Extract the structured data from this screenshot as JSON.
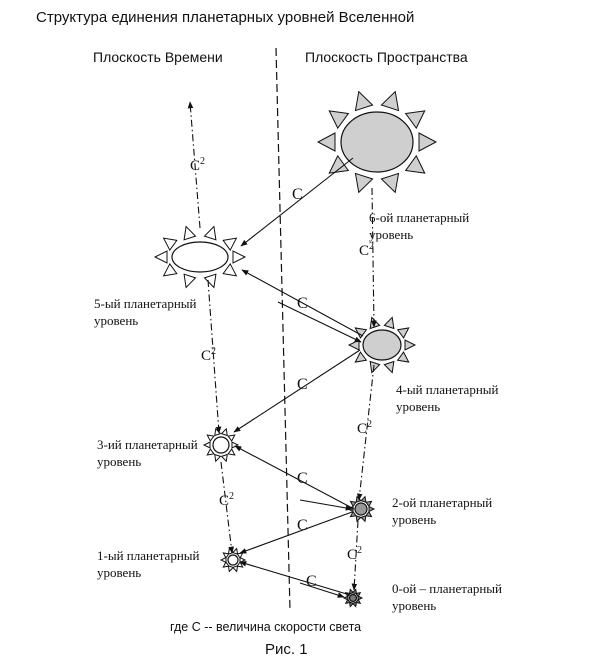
{
  "title": "Структура единения планетарных уровней Вселенной",
  "columns": {
    "time": "Плоскость Времени",
    "space": "Плоскость Пространства"
  },
  "levels": {
    "l6": [
      "6-ой  планетарный",
      "уровень"
    ],
    "l5": [
      "5-ый  планетарный",
      "уровень"
    ],
    "l4": [
      "4-ый  планетарный",
      "уровень"
    ],
    "l3": [
      "3-ий  планетарный",
      "уровень"
    ],
    "l2": [
      "2-ой  планетарный",
      "уровень"
    ],
    "l1": [
      "1-ый  планетарный",
      "уровень"
    ],
    "l0": [
      "0-ой – планетарный",
      "уровень"
    ]
  },
  "symbols": {
    "c": "С",
    "c2_base": "С",
    "c2_exp": "2"
  },
  "footnote": "где С -- величина скорости света",
  "caption": "Рис. 1"
}
